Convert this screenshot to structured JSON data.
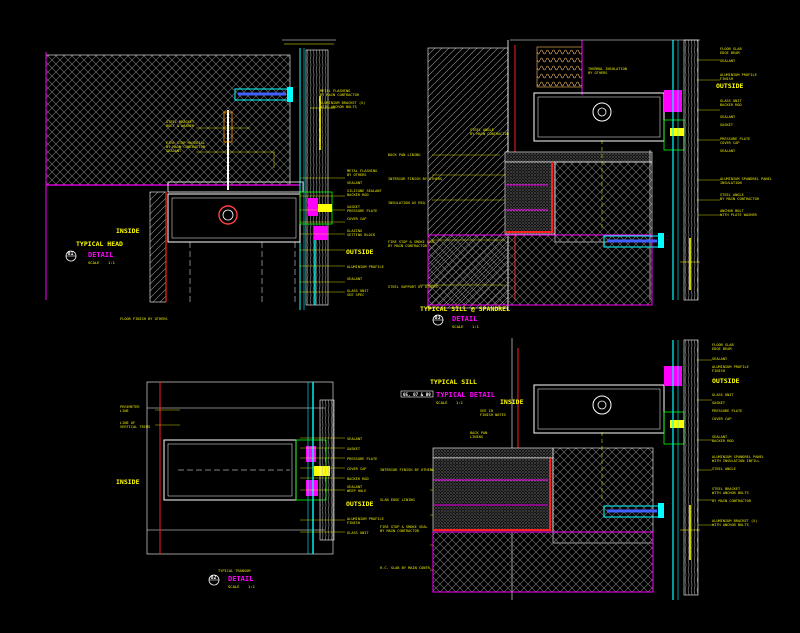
{
  "details": {
    "d01": {
      "number": "01",
      "title": "TYPICAL HEAD",
      "word": "DETAIL",
      "scale_label": "SCALE",
      "scale": "1:1",
      "inside": "INSIDE",
      "outside": "OUTSIDE"
    },
    "d02": {
      "number": "02",
      "title": "TYPICAL TRANSOM",
      "word": "DETAIL",
      "scale_label": "SCALE",
      "scale": "1:1",
      "inside": "INSIDE",
      "outside": "OUTSIDE"
    },
    "d03": {
      "number": "03",
      "title": "TYPICAL SILL @ SPANDREL",
      "word": "DETAIL",
      "scale_label": "SCALE",
      "scale": "1:1"
    },
    "d04": {
      "number": "05, 07 & 09",
      "title": "TYPICAL SILL",
      "word": "TYPICAL DETAIL",
      "scale_label": "SCALE",
      "scale": "1:1",
      "inside": "INSIDE",
      "outside": "OUTSIDE"
    }
  },
  "colors": {
    "background": "#000000",
    "cyan": "#00ffff",
    "yellow": "#ffff00",
    "magenta": "#ff00ff",
    "red": "#ff2020",
    "white": "#ffffff",
    "green": "#00ff00",
    "orange": "#ff9900",
    "blue": "#4060ff"
  }
}
